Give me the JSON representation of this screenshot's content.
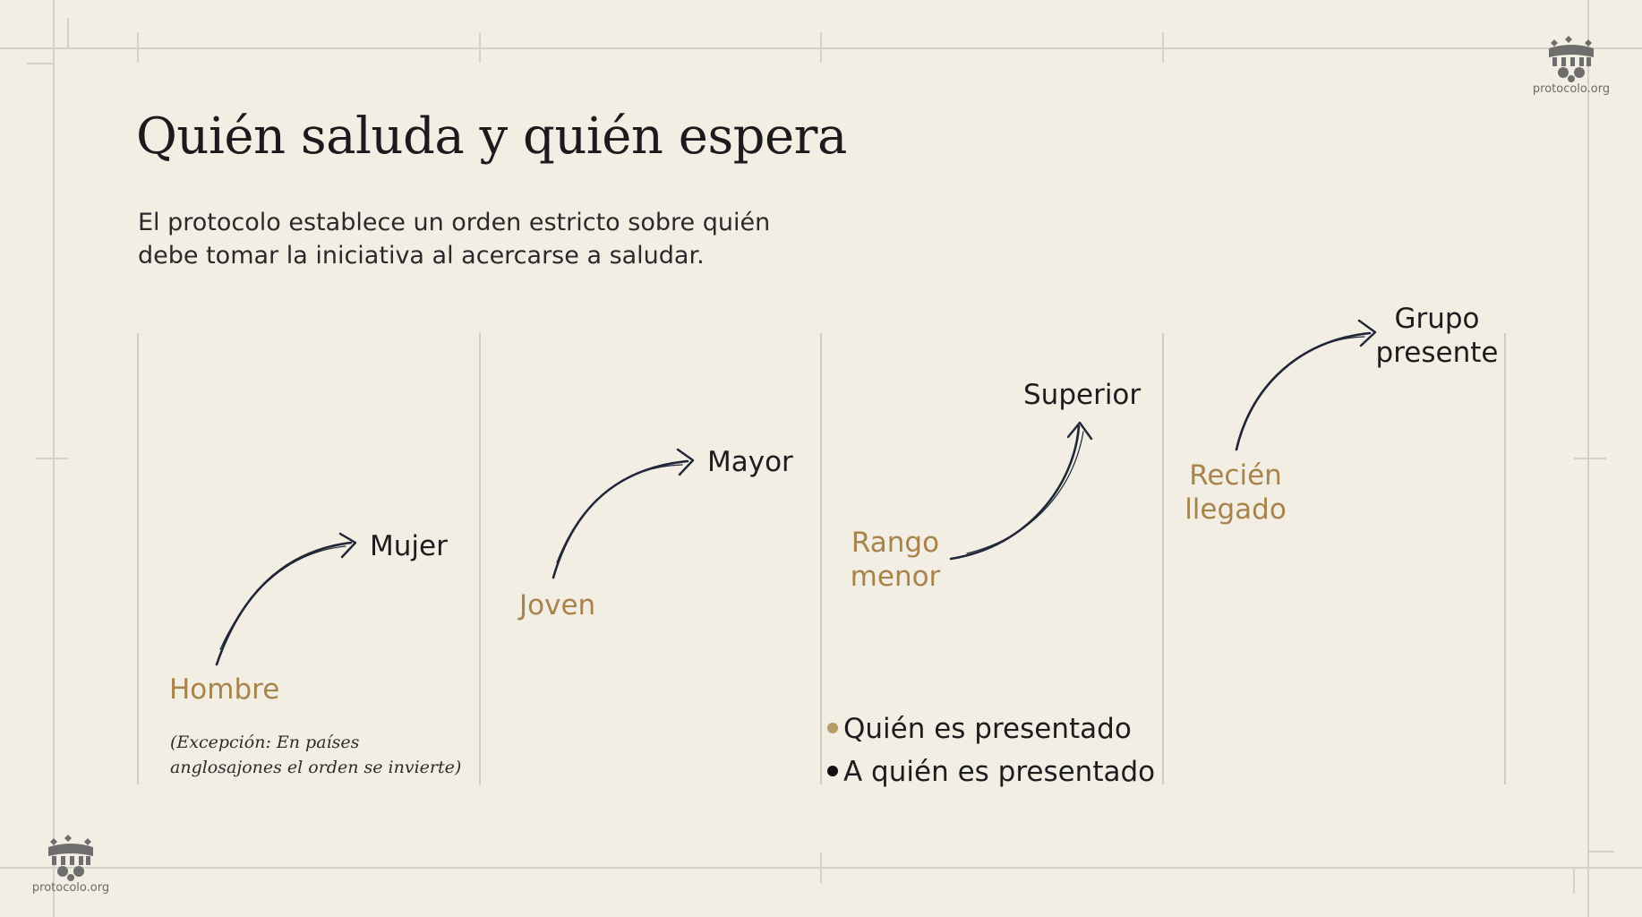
{
  "title": "Quién saluda y quién espera",
  "subtitle": "El protocolo establece un orden estricto sobre quién debe tomar la iniciativa al acercarse a saludar.",
  "pairs": [
    {
      "from": "Hombre",
      "to": "Mujer",
      "note": "(Excepción: En países anglosajones el orden se invierte)"
    },
    {
      "from": "Joven",
      "to": "Mayor"
    },
    {
      "from": "Rango\nmenor",
      "to": "Superior"
    },
    {
      "from": "Recién\nllegado",
      "to": "Grupo\npresente"
    }
  ],
  "legend": [
    {
      "label": "Quién es presentado",
      "color": "#b89c66"
    },
    {
      "label": "A quién es presentado",
      "color": "#111111"
    }
  ],
  "logo_text": "protocolo.org",
  "colors": {
    "accent_gold": "#a8844c",
    "ink": "#1d1d1f",
    "arrow": "#1e2638"
  }
}
